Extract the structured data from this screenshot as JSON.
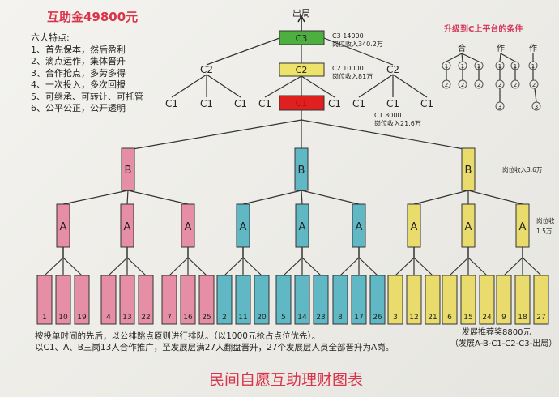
{
  "title": "互助金49800元",
  "features": {
    "heading": "六大特点:",
    "items": [
      "1、首先保本，然后盈利",
      "2、滴点运作，集体晋升",
      "3、合作抢点，多劳多得",
      "4、一次投入，多次回报",
      "5、可继承、可转让、可托管",
      "6、公平公正，公开透明"
    ]
  },
  "top": {
    "exit_label": "出局",
    "c3": {
      "label": "C3",
      "note1": "C3 14000",
      "note2": "岗位收入340.2万"
    },
    "c2": {
      "label": "C2",
      "note1": "C2 10000",
      "note2": "岗位收入81万"
    },
    "c1": {
      "label": "C1",
      "note1": "C1 8000",
      "note2": "岗位收入21.6万"
    },
    "side_c2_label": "C2",
    "c1_label": "C1"
  },
  "b_level": {
    "label": "B",
    "note": "岗位收入3.6万"
  },
  "a_level": {
    "label": "A",
    "note1": "岗位收",
    "note2": "1.5万"
  },
  "groups": [
    {
      "color": "#e58ea6",
      "leaves": [
        "1",
        "10",
        "19",
        "4",
        "13",
        "22",
        "7",
        "16",
        "25"
      ]
    },
    {
      "color": "#5fb8c4",
      "leaves": [
        "2",
        "11",
        "20",
        "5",
        "14",
        "23",
        "8",
        "17",
        "26"
      ]
    },
    {
      "color": "#e9dc6c",
      "leaves": [
        "3",
        "12",
        "21",
        "6",
        "15",
        "24",
        "9",
        "18",
        "27"
      ]
    }
  ],
  "colors": {
    "c3": "#4caf3f",
    "c2": "#eee36a",
    "c1": "#e0201e"
  },
  "conditions": {
    "title": "升级到C上平台的条件",
    "headers": [
      "合",
      "作",
      "作"
    ],
    "node_labels": [
      "1",
      "2",
      "3"
    ]
  },
  "rules": {
    "line1": "按投单时间的先后，以公排跳点原则进行排队。（以1000元抢占点位优先）。",
    "line2": "以C1、A、B三岗13人合作推广，至发展层满27人翻盘晋升，27个发展层人员全部晋升为A岗。",
    "reward": "发展推荐奖8800元",
    "path": "（发展A-B-C1-C2-C3-出局）"
  },
  "main_title": "民间自愿互助理财图表"
}
